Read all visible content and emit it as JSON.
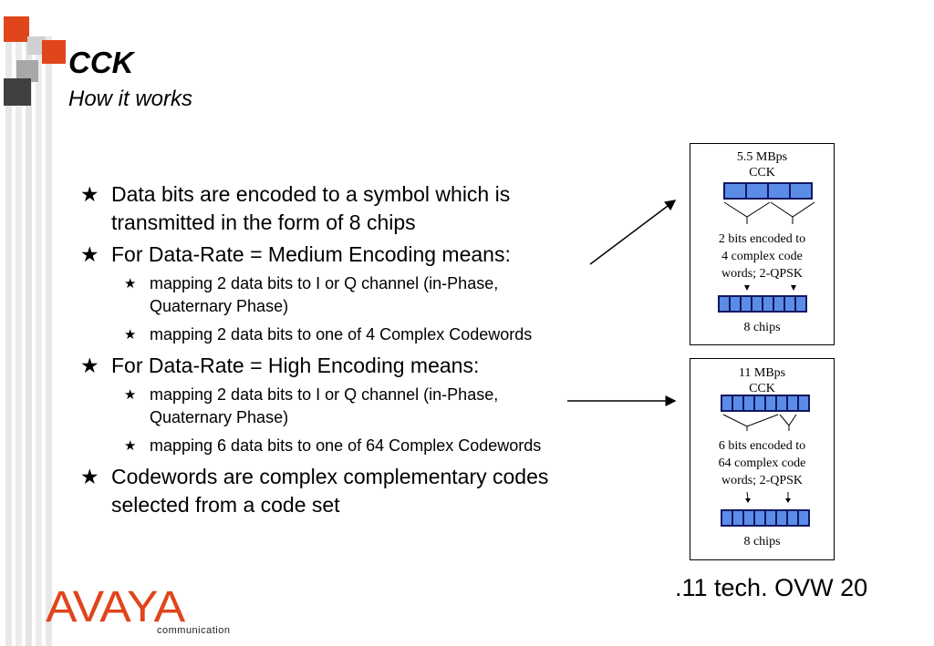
{
  "title": "CCK",
  "subtitle": "How it works",
  "bullets": {
    "b1": "Data bits are encoded to a symbol which is transmitted in the form of 8 chips",
    "b2": "For Data-Rate = Medium Encoding means:",
    "b2_sub1": "mapping 2 data bits to I or Q channel (in-Phase, Quaternary Phase)",
    "b2_sub2": "mapping 2 data bits to one of 4 Complex Codewords",
    "b3": "For Data-Rate = High Encoding means:",
    "b3_sub1": "mapping 2 data bits to I or Q channel (in-Phase, Quaternary Phase)",
    "b3_sub2": "mapping 6 data bits to one of 64 Complex Codewords",
    "b4": "Codewords are complex complementary codes selected from a  code set"
  },
  "diagram_top": {
    "rate": "5.5 MBps",
    "mode": "CCK",
    "desc1": "2 bits encoded to",
    "desc2": "4 complex code",
    "desc3": "words; 2-QPSK",
    "chips": "8 chips"
  },
  "diagram_bottom": {
    "rate": "11 MBps",
    "mode": "CCK",
    "desc1": "6 bits encoded to",
    "desc2": "64 complex code",
    "desc3": "words; 2-QPSK",
    "chips": "8 chips"
  },
  "footer": ".11 tech. OVW 20",
  "logo": {
    "brand": "AVAYA",
    "tagline": "communication"
  },
  "colors": {
    "accent": "#e0451b",
    "cell_fill": "#5b8de8",
    "cell_border": "#101860"
  }
}
